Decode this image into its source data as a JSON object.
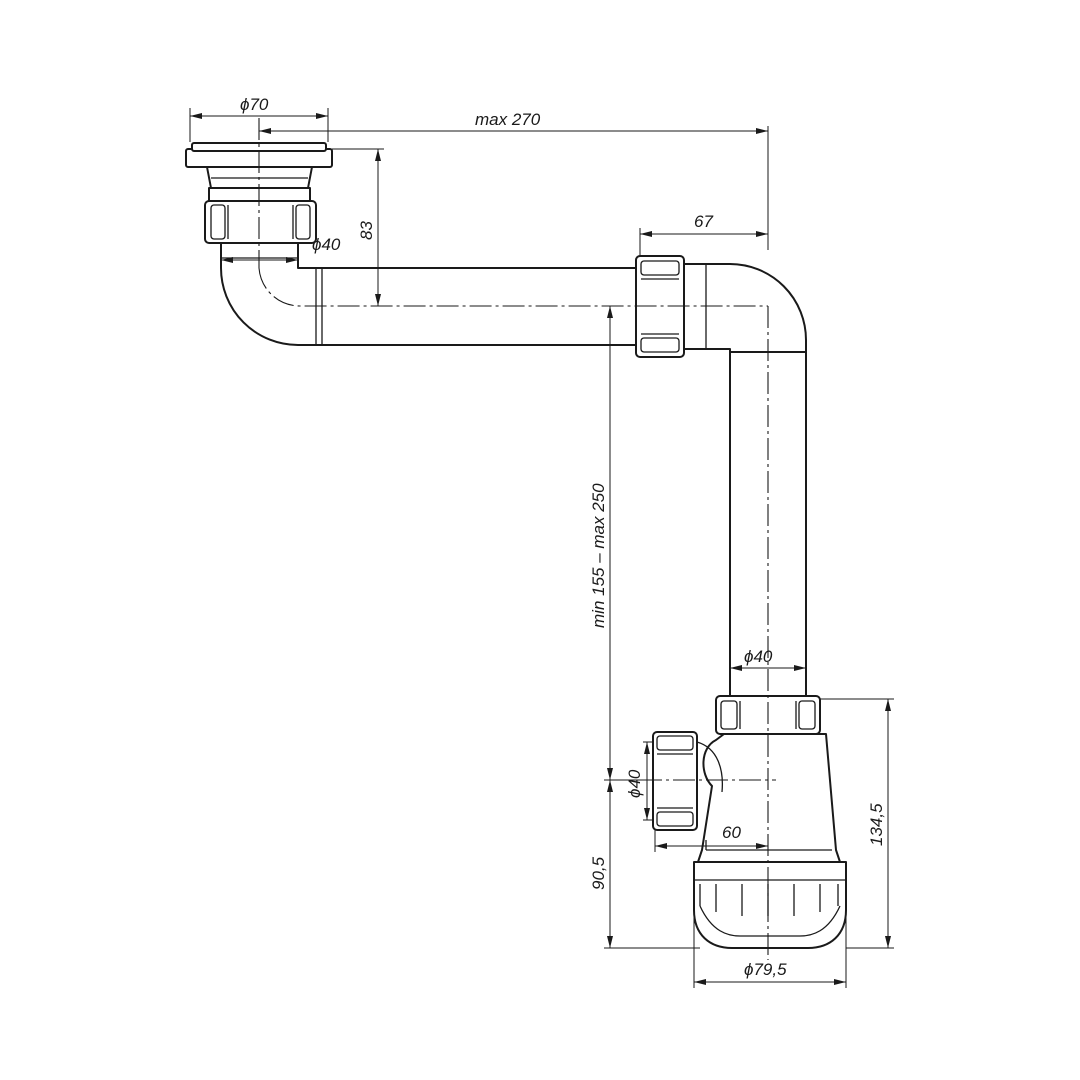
{
  "dimensions": {
    "strainer_diameter": "ϕ70",
    "max_horizontal_reach": "max 270",
    "strainer_height": "83",
    "inlet_pipe_diameter": "ϕ40",
    "elbow_offset": "67",
    "vertical_range": "min 155 – max 250",
    "vertical_pipe_diameter": "ϕ40",
    "outlet_diameter": "ϕ40",
    "outlet_offset": "60",
    "outlet_height": "90,5",
    "trap_height": "134,5",
    "bottle_diameter": "ϕ79,5"
  },
  "colors": {
    "line": "#1a1a1a",
    "background": "#ffffff"
  }
}
